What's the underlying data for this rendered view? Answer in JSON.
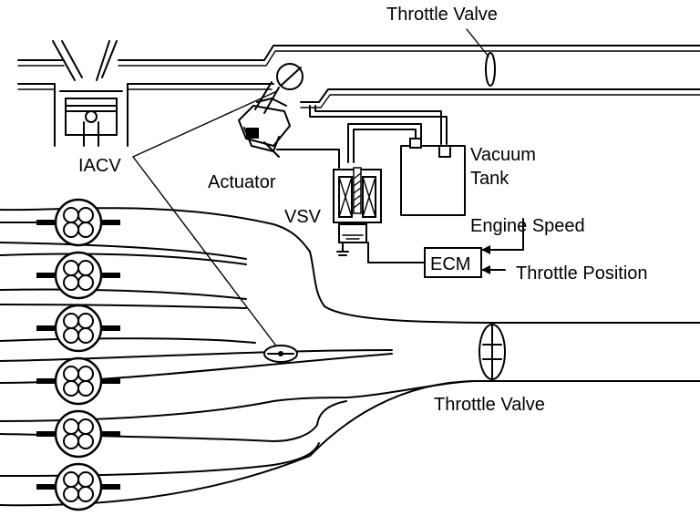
{
  "labels": {
    "throttle_valve_top": "Throttle Valve",
    "vacuum": "Vacuum",
    "tank": "Tank",
    "iacv": "IACV",
    "actuator": "Actuator",
    "vsv": "VSV",
    "engine_speed": "Engine Speed",
    "ecm": "ECM",
    "throttle_position": "Throttle Position",
    "throttle_valve_bottom": "Throttle Valve"
  },
  "runner_count": 6
}
